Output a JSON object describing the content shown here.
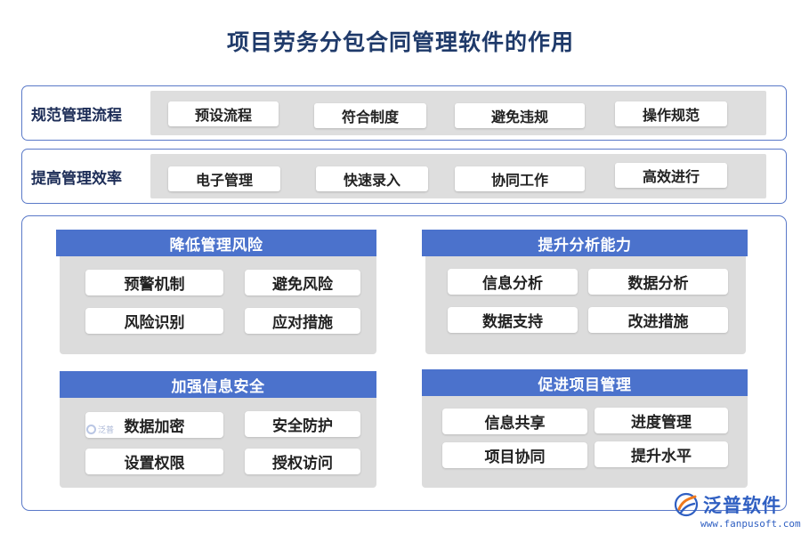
{
  "title": "项目劳务分包合同管理软件的作用",
  "rows": [
    {
      "label": "规范管理流程",
      "items": [
        "预设流程",
        "符合制度",
        "避免违规",
        "操作规范"
      ]
    },
    {
      "label": "提高管理效率",
      "items": [
        "电子管理",
        "快速录入",
        "协同工作",
        "高效进行"
      ]
    }
  ],
  "quadrants": [
    {
      "heading": "降低管理风险",
      "items": [
        "预警机制",
        "避免风险",
        "风险识别",
        "应对措施"
      ]
    },
    {
      "heading": "提升分析能力",
      "items": [
        "信息分析",
        "数据分析",
        "数据支持",
        "改进措施"
      ]
    },
    {
      "heading": "加强信息安全",
      "items": [
        "数据加密",
        "安全防护",
        "设置权限",
        "授权访问"
      ]
    },
    {
      "heading": "促进项目管理",
      "items": [
        "信息共享",
        "进度管理",
        "项目协同",
        "提升水平"
      ]
    }
  ],
  "watermark": "泛普",
  "logo": {
    "name": "泛普软件",
    "url": "www.fanpusoft.com"
  },
  "colors": {
    "heading_blue": "#4b72cc",
    "border_blue": "#5a79c8",
    "panel_gray": "#dcdcdc",
    "title_navy": "#1f3a6a"
  }
}
